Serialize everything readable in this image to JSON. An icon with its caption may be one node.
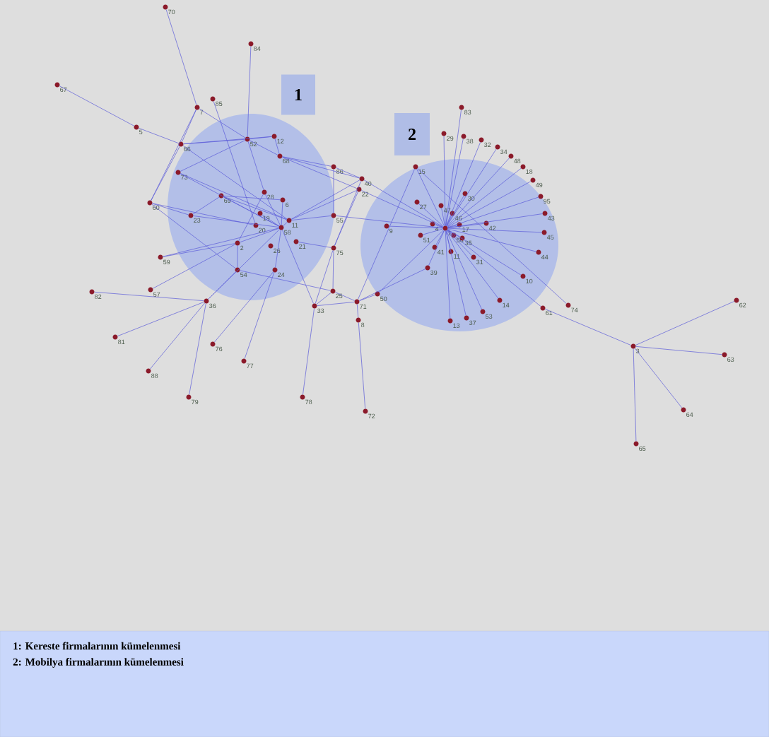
{
  "diagram": {
    "nodes": [
      {
        "text": [
          "1"
        ]
      },
      {
        "text": [
          "2"
        ]
      },
      {
        "text": [],
        "shape": "circle",
        "beside": [
          "70"
        ]
      },
      {
        "text": [],
        "shape": "circle",
        "beside": [
          "84"
        ]
      },
      {
        "text": [],
        "shape": "circle",
        "beside": [
          "67"
        ]
      },
      {
        "text": [],
        "shape": "circle",
        "beside": [
          "85"
        ]
      },
      {
        "text": [],
        "shape": "circle",
        "beside": [
          "7"
        ]
      },
      {
        "text": [],
        "shape": "circle",
        "beside": [
          "83"
        ]
      },
      {
        "text": [],
        "shape": "circle",
        "beside": [
          "5"
        ]
      },
      {
        "text": [],
        "shape": "circle",
        "beside": [
          "29"
        ]
      },
      {
        "text": [],
        "shape": "circle",
        "beside": [
          "38"
        ]
      },
      {
        "text": [],
        "shape": "circle",
        "beside": [
          "12"
        ]
      },
      {
        "text": [],
        "shape": "circle",
        "beside": [
          "52"
        ]
      },
      {
        "text": [],
        "shape": "circle",
        "beside": [
          "32"
        ]
      },
      {
        "text": [],
        "shape": "circle",
        "beside": [
          "66"
        ]
      },
      {
        "text": [],
        "shape": "circle",
        "beside": [
          "34"
        ]
      },
      {
        "text": [],
        "shape": "circle",
        "beside": [
          "48"
        ]
      },
      {
        "text": [],
        "shape": "circle",
        "beside": [
          "68"
        ]
      },
      {
        "text": [],
        "shape": "circle",
        "beside": [
          "18"
        ]
      },
      {
        "text": [],
        "shape": "circle",
        "beside": [
          "15"
        ]
      },
      {
        "text": [],
        "shape": "circle",
        "beside": [
          "86"
        ]
      },
      {
        "text": [],
        "shape": "circle",
        "beside": [
          "73"
        ]
      },
      {
        "text": [],
        "shape": "circle",
        "beside": [
          "40"
        ]
      },
      {
        "text": [],
        "shape": "circle",
        "beside": [
          "49"
        ]
      },
      {
        "text": [],
        "shape": "circle",
        "beside": [
          "22"
        ]
      },
      {
        "text": [],
        "shape": "circle",
        "beside": [
          "28"
        ]
      },
      {
        "text": [],
        "shape": "circle",
        "beside": [
          "30"
        ]
      },
      {
        "text": [],
        "shape": "circle",
        "beside": [
          "69"
        ]
      },
      {
        "text": [],
        "shape": "circle",
        "beside": [
          "95"
        ]
      },
      {
        "text": [],
        "shape": "circle",
        "beside": [
          "6"
        ]
      },
      {
        "text": [],
        "shape": "circle",
        "beside": [
          "27"
        ]
      },
      {
        "text": [],
        "shape": "circle",
        "beside": [
          "60"
        ]
      },
      {
        "text": [],
        "shape": "circle",
        "beside": [
          "47"
        ]
      },
      {
        "text": [],
        "shape": "circle",
        "beside": [
          "46"
        ]
      },
      {
        "text": [],
        "shape": "circle",
        "beside": [
          "43"
        ]
      },
      {
        "text": [],
        "shape": "circle",
        "beside": [
          "19"
        ]
      },
      {
        "text": [],
        "shape": "circle",
        "beside": [
          "23"
        ]
      },
      {
        "text": [],
        "shape": "circle",
        "beside": [
          "55"
        ]
      },
      {
        "text": [],
        "shape": "circle",
        "beside": [
          "11"
        ]
      },
      {
        "text": [],
        "shape": "circle",
        "beside": [
          "42"
        ]
      },
      {
        "text": [],
        "shape": "circle",
        "beside": [
          "4"
        ]
      },
      {
        "text": [],
        "shape": "circle",
        "beside": [
          "20"
        ]
      },
      {
        "text": [],
        "shape": "circle",
        "beside": [
          "9"
        ]
      },
      {
        "text": [],
        "shape": "circle",
        "beside": [
          "58"
        ]
      },
      {
        "text": [],
        "shape": "circle",
        "beside": [
          "1"
        ]
      },
      {
        "text": [],
        "shape": "circle",
        "beside": [
          "17"
        ]
      },
      {
        "text": [],
        "shape": "circle",
        "beside": [
          "45"
        ]
      },
      {
        "text": [],
        "shape": "circle",
        "beside": [
          "51"
        ]
      },
      {
        "text": [],
        "shape": "circle",
        "beside": [
          "56"
        ]
      },
      {
        "text": [],
        "shape": "circle",
        "beside": [
          "35"
        ]
      },
      {
        "text": [],
        "shape": "circle",
        "beside": [
          "21"
        ]
      },
      {
        "text": [],
        "shape": "circle",
        "beside": [
          "2"
        ]
      },
      {
        "text": [],
        "shape": "circle",
        "beside": [
          "26"
        ]
      },
      {
        "text": [],
        "shape": "circle",
        "beside": [
          "75"
        ]
      },
      {
        "text": [],
        "shape": "circle",
        "beside": [
          "41"
        ]
      },
      {
        "text": [],
        "shape": "circle",
        "beside": [
          "11"
        ]
      },
      {
        "text": [],
        "shape": "circle",
        "beside": [
          "44"
        ]
      },
      {
        "text": [],
        "shape": "circle",
        "beside": [
          "59"
        ]
      },
      {
        "text": [],
        "shape": "circle",
        "beside": [
          "31"
        ]
      },
      {
        "text": [],
        "shape": "circle",
        "beside": [
          "39"
        ]
      },
      {
        "text": [],
        "shape": "circle",
        "beside": [
          "54"
        ]
      },
      {
        "text": [],
        "shape": "circle",
        "beside": [
          "24"
        ]
      },
      {
        "text": [],
        "shape": "circle",
        "beside": [
          "10"
        ]
      },
      {
        "text": [],
        "shape": "circle",
        "beside": [
          "57"
        ]
      },
      {
        "text": [],
        "shape": "circle",
        "beside": [
          "25"
        ]
      },
      {
        "text": [],
        "shape": "circle",
        "beside": [
          "82"
        ]
      },
      {
        "text": [],
        "shape": "circle",
        "beside": [
          "50"
        ]
      },
      {
        "text": [],
        "shape": "circle",
        "beside": [
          "14"
        ]
      },
      {
        "text": [],
        "shape": "circle",
        "beside": [
          "36"
        ]
      },
      {
        "text": [],
        "shape": "circle",
        "beside": [
          "71"
        ]
      },
      {
        "text": [],
        "shape": "circle",
        "beside": [
          "74"
        ]
      },
      {
        "text": [],
        "shape": "circle",
        "beside": [
          "62"
        ]
      },
      {
        "text": [],
        "shape": "circle",
        "beside": [
          "33"
        ]
      },
      {
        "text": [],
        "shape": "circle",
        "beside": [
          "61"
        ]
      },
      {
        "text": [],
        "shape": "circle",
        "beside": [
          "53"
        ]
      },
      {
        "text": [],
        "shape": "circle",
        "beside": [
          "37"
        ]
      },
      {
        "text": [],
        "shape": "circle",
        "beside": [
          "8"
        ]
      },
      {
        "text": [],
        "shape": "circle",
        "beside": [
          "13"
        ]
      },
      {
        "text": [],
        "shape": "circle",
        "beside": [
          "81"
        ]
      },
      {
        "text": [],
        "shape": "circle",
        "beside": [
          "76"
        ]
      },
      {
        "text": [],
        "shape": "circle",
        "beside": [
          "3"
        ]
      },
      {
        "text": [],
        "shape": "circle",
        "beside": [
          "63"
        ]
      },
      {
        "text": [],
        "shape": "circle",
        "beside": [
          "77"
        ]
      },
      {
        "text": [],
        "shape": "circle",
        "beside": [
          "88"
        ]
      },
      {
        "text": [],
        "shape": "circle",
        "beside": [
          "78"
        ]
      },
      {
        "text": [],
        "shape": "circle",
        "beside": [
          "79"
        ]
      },
      {
        "text": [],
        "shape": "circle",
        "beside": [
          "64"
        ]
      },
      {
        "text": [],
        "shape": "circle",
        "beside": [
          "72"
        ]
      },
      {
        "text": [],
        "shape": "circle",
        "beside": [
          "65"
        ]
      },
      {
        "text": [
          "1: Kereste firmalarının kümelenmesi",
          "2: Mobilya firmalarının kümelenmesi"
        ]
      }
    ],
    "edges": [
      {
        "from": 4,
        "to": 8,
        "arrow": "none"
      },
      {
        "from": 8,
        "to": 14,
        "arrow": "none"
      },
      {
        "from": 2,
        "to": 6,
        "arrow": "none"
      },
      {
        "from": 6,
        "to": 14,
        "arrow": "none"
      },
      {
        "from": 6,
        "to": 12,
        "arrow": "none"
      },
      {
        "from": 6,
        "to": 31,
        "arrow": "none"
      },
      {
        "from": 3,
        "to": 12,
        "arrow": "none"
      },
      {
        "from": 14,
        "to": 12,
        "arrow": "none"
      },
      {
        "from": 14,
        "to": 31,
        "arrow": "none"
      },
      {
        "from": 14,
        "to": 11,
        "arrow": "none"
      },
      {
        "from": 12,
        "to": 11,
        "arrow": "none"
      },
      {
        "from": 12,
        "to": 21,
        "arrow": "none"
      },
      {
        "from": 12,
        "to": 17,
        "arrow": "none"
      },
      {
        "from": 11,
        "to": 17,
        "arrow": "none"
      },
      {
        "from": 12,
        "to": 25,
        "arrow": "none"
      },
      {
        "from": 17,
        "to": 20,
        "arrow": "none"
      },
      {
        "from": 17,
        "to": 22,
        "arrow": "none"
      },
      {
        "from": 17,
        "to": 24,
        "arrow": "none"
      },
      {
        "from": 5,
        "to": 41,
        "arrow": "none"
      },
      {
        "from": 14,
        "to": 38,
        "arrow": "none"
      },
      {
        "from": 20,
        "to": 37,
        "arrow": "none"
      },
      {
        "from": 20,
        "to": 22,
        "arrow": "none"
      },
      {
        "from": 21,
        "to": 43,
        "arrow": "none"
      },
      {
        "from": 21,
        "to": 38,
        "arrow": "none"
      },
      {
        "from": 27,
        "to": 36,
        "arrow": "none"
      },
      {
        "from": 27,
        "to": 43,
        "arrow": "none"
      },
      {
        "from": 27,
        "to": 29,
        "arrow": "none"
      },
      {
        "from": 27,
        "to": 38,
        "arrow": "none"
      },
      {
        "from": 25,
        "to": 43,
        "arrow": "none"
      },
      {
        "from": 25,
        "to": 51,
        "arrow": "none"
      },
      {
        "from": 31,
        "to": 36,
        "arrow": "none"
      },
      {
        "from": 31,
        "to": 41,
        "arrow": "none"
      },
      {
        "from": 31,
        "to": 60,
        "arrow": "none"
      },
      {
        "from": 36,
        "to": 43,
        "arrow": "none"
      },
      {
        "from": 51,
        "to": 57,
        "arrow": "none"
      },
      {
        "from": 57,
        "to": 43,
        "arrow": "none"
      },
      {
        "from": 51,
        "to": 43,
        "arrow": "none"
      },
      {
        "from": 51,
        "to": 60,
        "arrow": "none"
      },
      {
        "from": 60,
        "to": 68,
        "arrow": "none"
      },
      {
        "from": 63,
        "to": 51,
        "arrow": "none"
      },
      {
        "from": 65,
        "to": 68,
        "arrow": "none"
      },
      {
        "from": 68,
        "to": 78,
        "arrow": "none"
      },
      {
        "from": 68,
        "to": 83,
        "arrow": "none"
      },
      {
        "from": 68,
        "to": 85,
        "arrow": "none"
      },
      {
        "from": 68,
        "to": 43,
        "arrow": "none"
      },
      {
        "from": 61,
        "to": 79,
        "arrow": "none"
      },
      {
        "from": 61,
        "to": 82,
        "arrow": "none"
      },
      {
        "from": 61,
        "to": 43,
        "arrow": "none"
      },
      {
        "from": 60,
        "to": 64,
        "arrow": "none"
      },
      {
        "from": 64,
        "to": 69,
        "arrow": "none"
      },
      {
        "from": 64,
        "to": 72,
        "arrow": "none"
      },
      {
        "from": 72,
        "to": 84,
        "arrow": "none"
      },
      {
        "from": 72,
        "to": 69,
        "arrow": "none"
      },
      {
        "from": 72,
        "to": 43,
        "arrow": "none"
      },
      {
        "from": 69,
        "to": 66,
        "arrow": "none"
      },
      {
        "from": 69,
        "to": 76,
        "arrow": "none"
      },
      {
        "from": 76,
        "to": 87,
        "arrow": "none"
      },
      {
        "from": 69,
        "to": 59,
        "arrow": "none"
      },
      {
        "from": 69,
        "to": 19,
        "arrow": "none"
      },
      {
        "from": 66,
        "to": 44,
        "arrow": "none"
      },
      {
        "from": 50,
        "to": 53,
        "arrow": "none"
      },
      {
        "from": 53,
        "to": 64,
        "arrow": "none"
      },
      {
        "from": 53,
        "to": 72,
        "arrow": "none"
      },
      {
        "from": 53,
        "to": 22,
        "arrow": "none"
      },
      {
        "from": 53,
        "to": 24,
        "arrow": "none"
      },
      {
        "from": 38,
        "to": 37,
        "arrow": "none"
      },
      {
        "from": 37,
        "to": 44,
        "arrow": "none"
      },
      {
        "from": 42,
        "to": 44,
        "arrow": "none"
      },
      {
        "from": 30,
        "to": 44,
        "arrow": "none"
      },
      {
        "from": 19,
        "to": 44,
        "arrow": "none"
      },
      {
        "from": 22,
        "to": 44,
        "arrow": "none"
      },
      {
        "from": 24,
        "to": 44,
        "arrow": "none"
      },
      {
        "from": 38,
        "to": 22,
        "arrow": "none"
      },
      {
        "from": 38,
        "to": 24,
        "arrow": "none"
      },
      {
        "from": 38,
        "to": 43,
        "arrow": "none"
      },
      {
        "from": 35,
        "to": 43,
        "arrow": "none"
      },
      {
        "from": 29,
        "to": 43,
        "arrow": "none"
      },
      {
        "from": 19,
        "to": 70,
        "arrow": "none"
      },
      {
        "from": 73,
        "to": 44,
        "arrow": "none"
      },
      {
        "from": 73,
        "to": 80,
        "arrow": "none"
      },
      {
        "from": 80,
        "to": 71,
        "arrow": "none"
      },
      {
        "from": 80,
        "to": 81,
        "arrow": "none"
      },
      {
        "from": 80,
        "to": 86,
        "arrow": "none"
      },
      {
        "from": 80,
        "to": 88,
        "arrow": "none"
      },
      {
        "from": 7,
        "to": 44,
        "arrow": "none"
      },
      {
        "from": 9,
        "to": 44,
        "arrow": "none"
      },
      {
        "from": 10,
        "to": 44,
        "arrow": "none"
      },
      {
        "from": 13,
        "to": 44,
        "arrow": "none"
      },
      {
        "from": 15,
        "to": 44,
        "arrow": "none"
      },
      {
        "from": 16,
        "to": 44,
        "arrow": "none"
      },
      {
        "from": 18,
        "to": 44,
        "arrow": "none"
      },
      {
        "from": 23,
        "to": 44,
        "arrow": "none"
      },
      {
        "from": 26,
        "to": 44,
        "arrow": "none"
      },
      {
        "from": 28,
        "to": 44,
        "arrow": "none"
      },
      {
        "from": 32,
        "to": 44,
        "arrow": "none"
      },
      {
        "from": 33,
        "to": 44,
        "arrow": "none"
      },
      {
        "from": 34,
        "to": 44,
        "arrow": "none"
      },
      {
        "from": 39,
        "to": 44,
        "arrow": "none"
      },
      {
        "from": 40,
        "to": 44,
        "arrow": "none"
      },
      {
        "from": 45,
        "to": 44,
        "arrow": "none"
      },
      {
        "from": 46,
        "to": 44,
        "arrow": "none"
      },
      {
        "from": 47,
        "to": 44,
        "arrow": "none"
      },
      {
        "from": 48,
        "to": 44,
        "arrow": "none"
      },
      {
        "from": 49,
        "to": 44,
        "arrow": "none"
      },
      {
        "from": 54,
        "to": 44,
        "arrow": "none"
      },
      {
        "from": 55,
        "to": 44,
        "arrow": "none"
      },
      {
        "from": 56,
        "to": 44,
        "arrow": "none"
      },
      {
        "from": 58,
        "to": 44,
        "arrow": "none"
      },
      {
        "from": 59,
        "to": 44,
        "arrow": "none"
      },
      {
        "from": 62,
        "to": 44,
        "arrow": "none"
      },
      {
        "from": 67,
        "to": 44,
        "arrow": "none"
      },
      {
        "from": 74,
        "to": 44,
        "arrow": "none"
      },
      {
        "from": 75,
        "to": 44,
        "arrow": "none"
      },
      {
        "from": 77,
        "to": 44,
        "arrow": "none"
      }
    ]
  }
}
